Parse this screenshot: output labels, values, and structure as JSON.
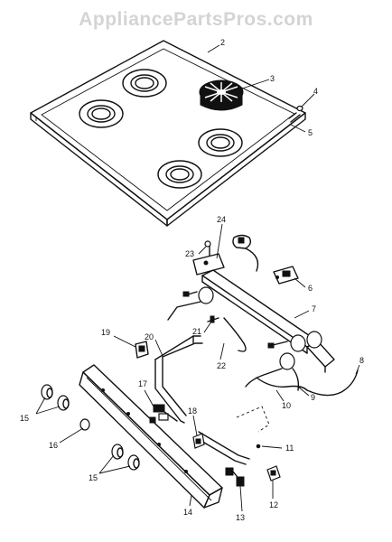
{
  "watermark": "AppliancePartsPros.com",
  "callouts": {
    "c2": "2",
    "c3": "3",
    "c4": "4",
    "c5": "5",
    "c6": "6",
    "c7": "7",
    "c8": "8",
    "c9": "9",
    "c10": "10",
    "c11": "11",
    "c12": "12",
    "c13": "13",
    "c14": "14",
    "c15a": "15",
    "c15b": "15",
    "c16": "16",
    "c17": "17",
    "c18": "18",
    "c19": "19",
    "c20": "20",
    "c21": "21",
    "c22": "22",
    "c23": "23",
    "c24": "24"
  }
}
